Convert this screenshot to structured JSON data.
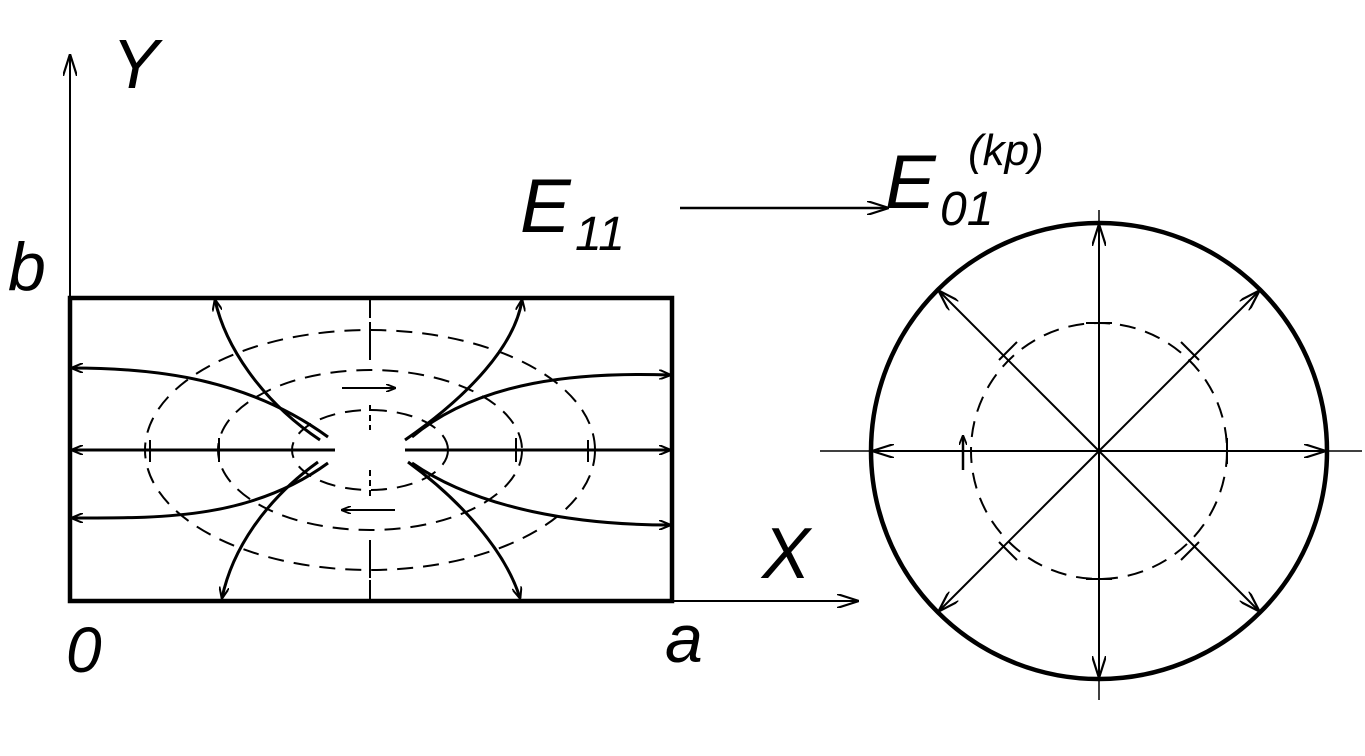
{
  "labels": {
    "y_axis": "Y",
    "x_axis": "X",
    "origin": "0",
    "a": "a",
    "b": "b",
    "mode_rect_letter": "E",
    "mode_rect_sub": "11",
    "mode_circ_letter": "E",
    "mode_circ_sub": "01",
    "mode_circ_sup": "(kp)"
  },
  "colors": {
    "ink": "#000000",
    "background": "#ffffff"
  }
}
